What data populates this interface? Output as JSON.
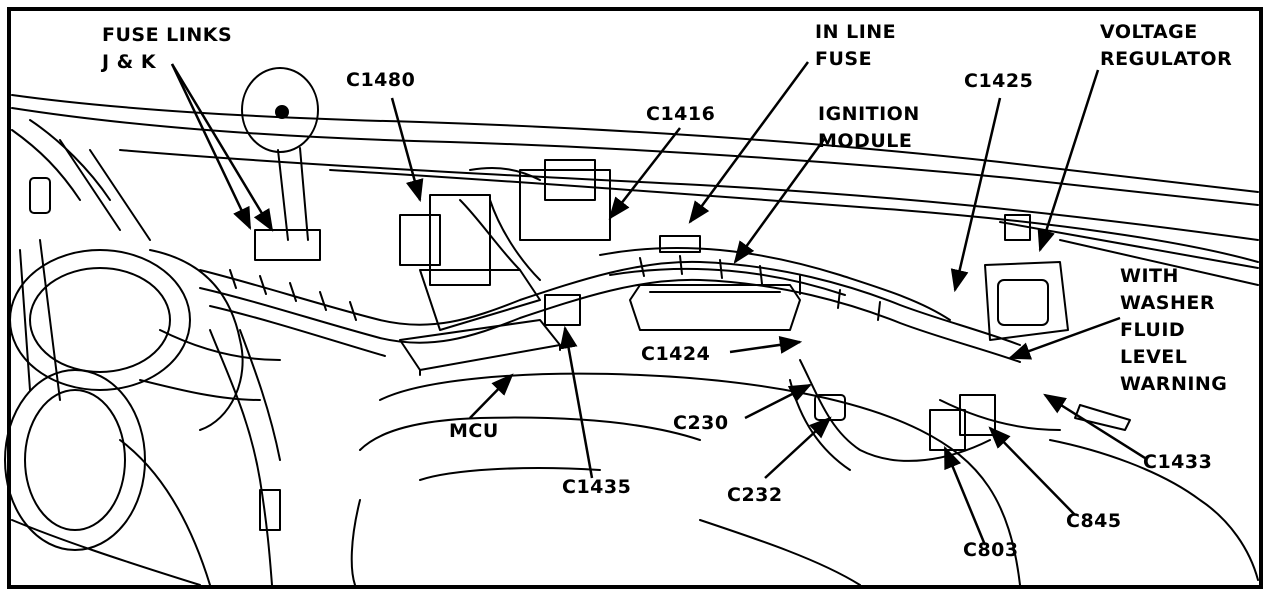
{
  "diagram": {
    "labels": {
      "fuse_links_1": "FUSE LINKS",
      "fuse_links_2": "J & K",
      "c1480": "C1480",
      "c1416": "C1416",
      "in_line_fuse_1": "IN LINE",
      "in_line_fuse_2": "FUSE",
      "ignition_module_1": "IGNITION",
      "ignition_module_2": "MODULE",
      "c1425": "C1425",
      "voltage_regulator_1": "VOLTAGE",
      "voltage_regulator_2": "REGULATOR",
      "washer_1": "WITH",
      "washer_2": "WASHER",
      "washer_3": "FLUID",
      "washer_4": "LEVEL",
      "washer_5": "WARNING",
      "c1424": "C1424",
      "c230": "C230",
      "mcu": "MCU",
      "c1435": "C1435",
      "c232": "C232",
      "c1433": "C1433",
      "c845": "C845",
      "c803": "C803"
    }
  }
}
